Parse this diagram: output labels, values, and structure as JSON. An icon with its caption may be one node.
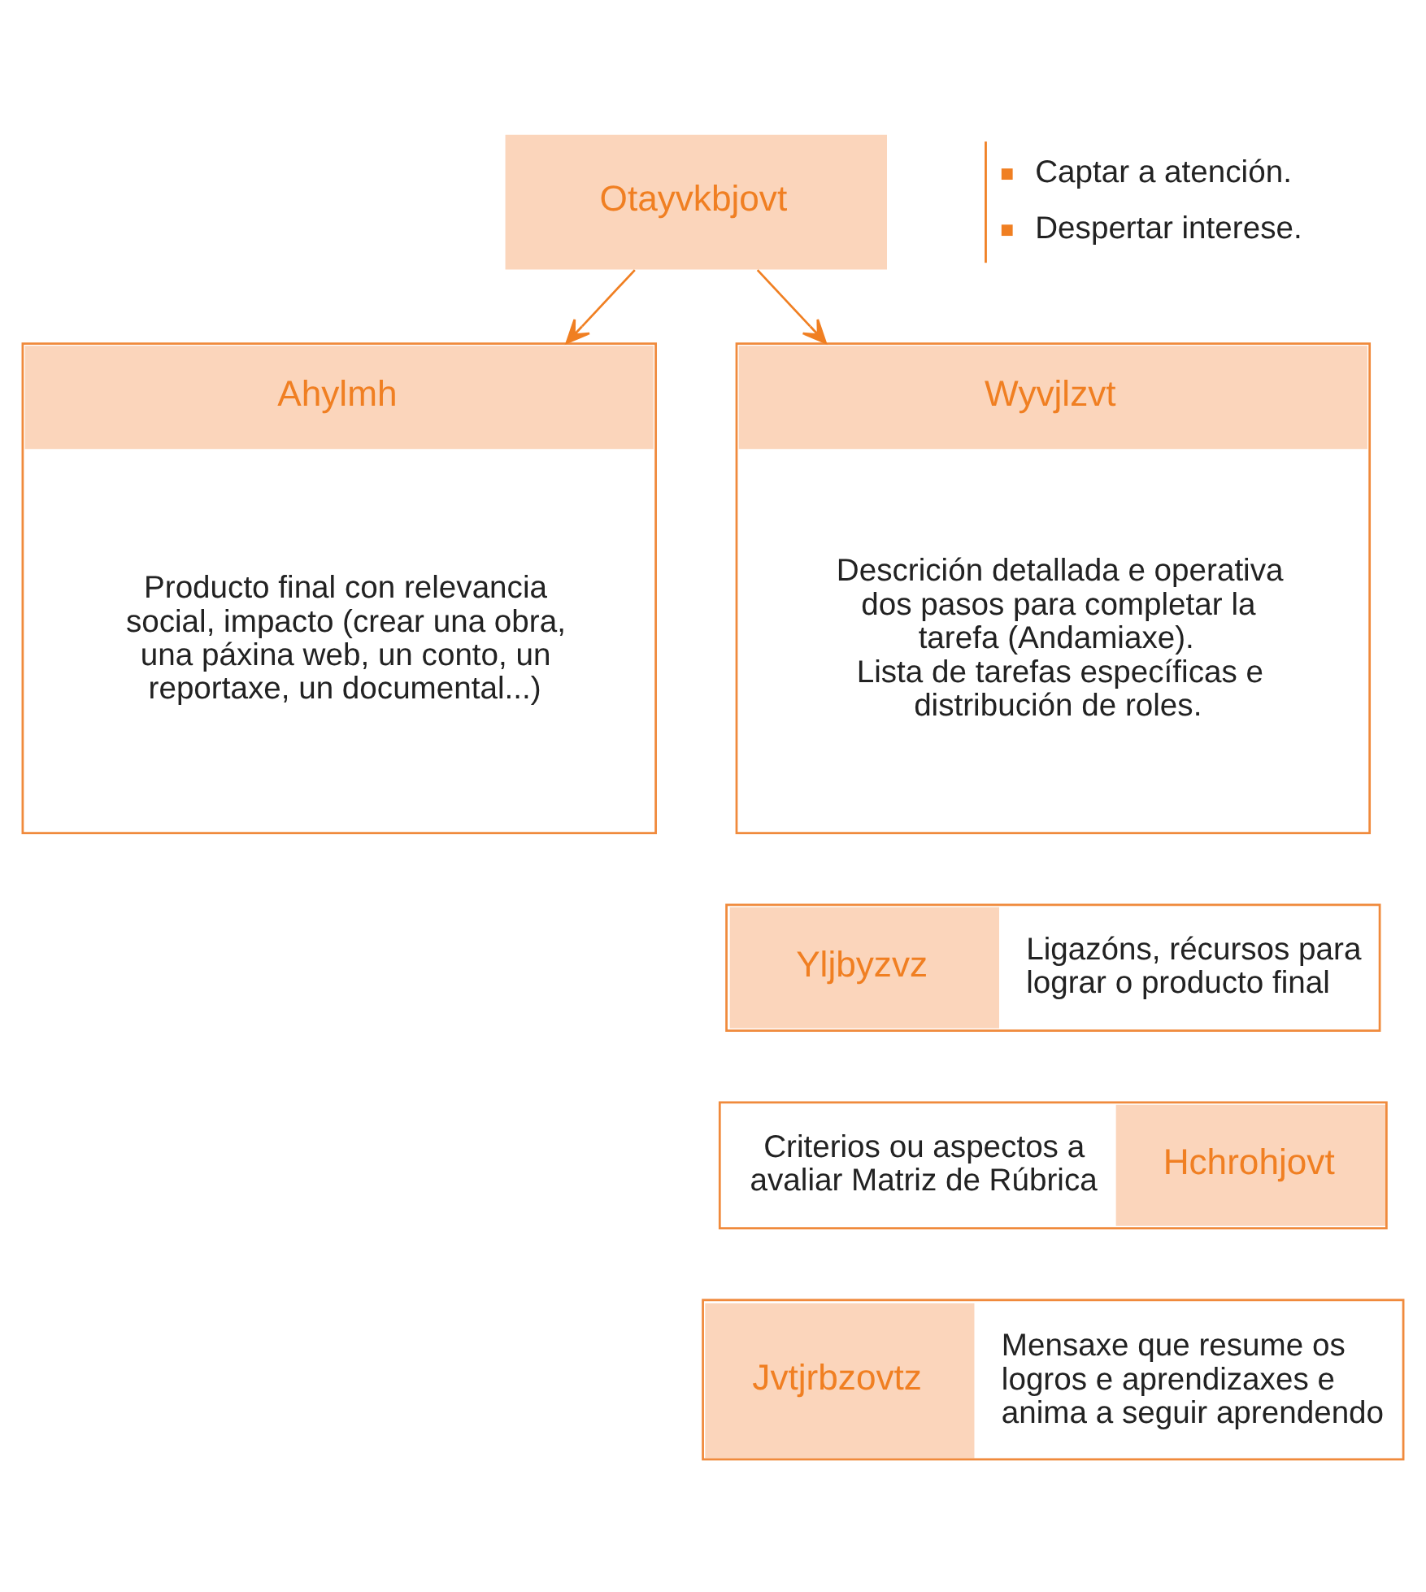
{
  "diagram": {
    "nodes": [
      {
        "text": [
          "Otayvkbjovt"
        ],
        "beside": [
          "Captar a atención.",
          "Despertar interese."
        ]
      },
      {
        "text": [
          "Ahylmh",
          "Producto final con relevancia social, impacto (crear una obra, una páxina web, un conto, un reportaxe, un documental...)"
        ]
      },
      {
        "text": [
          "Wyvjlzvt",
          "Descrición detallada e operativa dos pasos para completar la tarefa (Andamiaxe).",
          "Lista de tarefas específicas e distribución de roles."
        ]
      },
      {
        "text": [
          "Yljbyzvz",
          "Ligazóns, récursos para lograr o producto final"
        ]
      },
      {
        "text": [
          "Criterios ou aspectos a avaliar Matriz de Rúbrica",
          "Hchrohjovt"
        ]
      },
      {
        "text": [
          "Jvtjrbzovtz",
          "Mensaxe que resume os logros e aprendizaxes e anima a seguir aprendendo"
        ]
      }
    ],
    "edges": [
      {
        "from": 0,
        "to": 1,
        "arrow": "to"
      },
      {
        "from": 0,
        "to": 2,
        "arrow": "to"
      }
    ]
  }
}
